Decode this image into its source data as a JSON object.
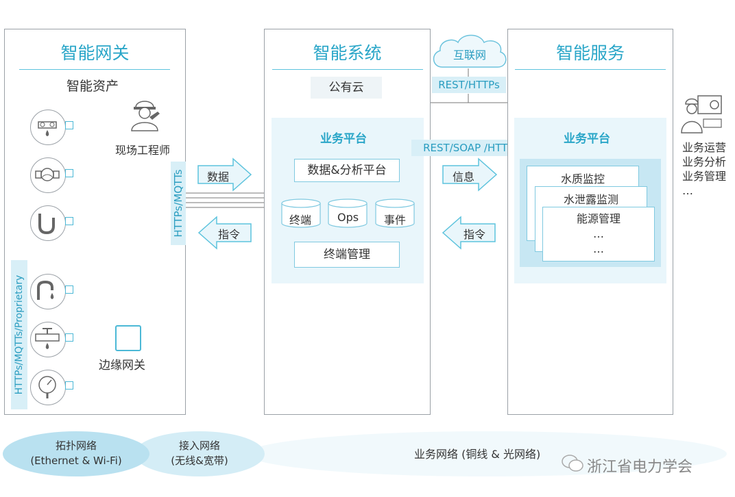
{
  "gateway": {
    "title": "智能网关",
    "assets_label": "智能资产",
    "engineer_label": "现场工程师",
    "edge_gateway_label": "边缘网关",
    "protocol_vertical": "HTTPs/MQTTs",
    "protocol_left_vertical": "HTTPs/MQTTs/Proprietary"
  },
  "system": {
    "title": "智能系统",
    "public_cloud": "公有云",
    "platform_title": "业务平台",
    "data_platform": "数据&分析平台",
    "db_terminal": "终端",
    "db_ops": "Ops",
    "db_event": "事件",
    "terminal_mgmt": "终端管理"
  },
  "internet": {
    "cloud_label": "互联网",
    "rest_https": "REST/HTTPs",
    "rest_soap": "REST/SOAP /HTTPs"
  },
  "arrows": {
    "data": "数据",
    "command_left": "指令",
    "info": "信息",
    "command_right": "指令"
  },
  "service": {
    "title": "智能服务",
    "platform_title": "业务平台",
    "cards": [
      "水质监控",
      "水泄露监测",
      "能源管理"
    ],
    "ellipsis1": "…",
    "ellipsis2": "…"
  },
  "business_user": {
    "line1": "业务运营",
    "line2": "业务分析",
    "line3": "业务管理",
    "line4": "…"
  },
  "networks": {
    "topology_line1": "拓扑网络",
    "topology_line2": "(Ethernet & Wi-Fi)",
    "access_line1": "接入网络",
    "access_line2": "(无线&宽带)",
    "business": "业务网络 (铜线 & 光网络)"
  },
  "watermark": "浙江省电力学会",
  "colors": {
    "accent": "#2aa6c8",
    "light": "#e9f6fb",
    "tag": "#d8eff7",
    "border": "#9aa0a6"
  }
}
